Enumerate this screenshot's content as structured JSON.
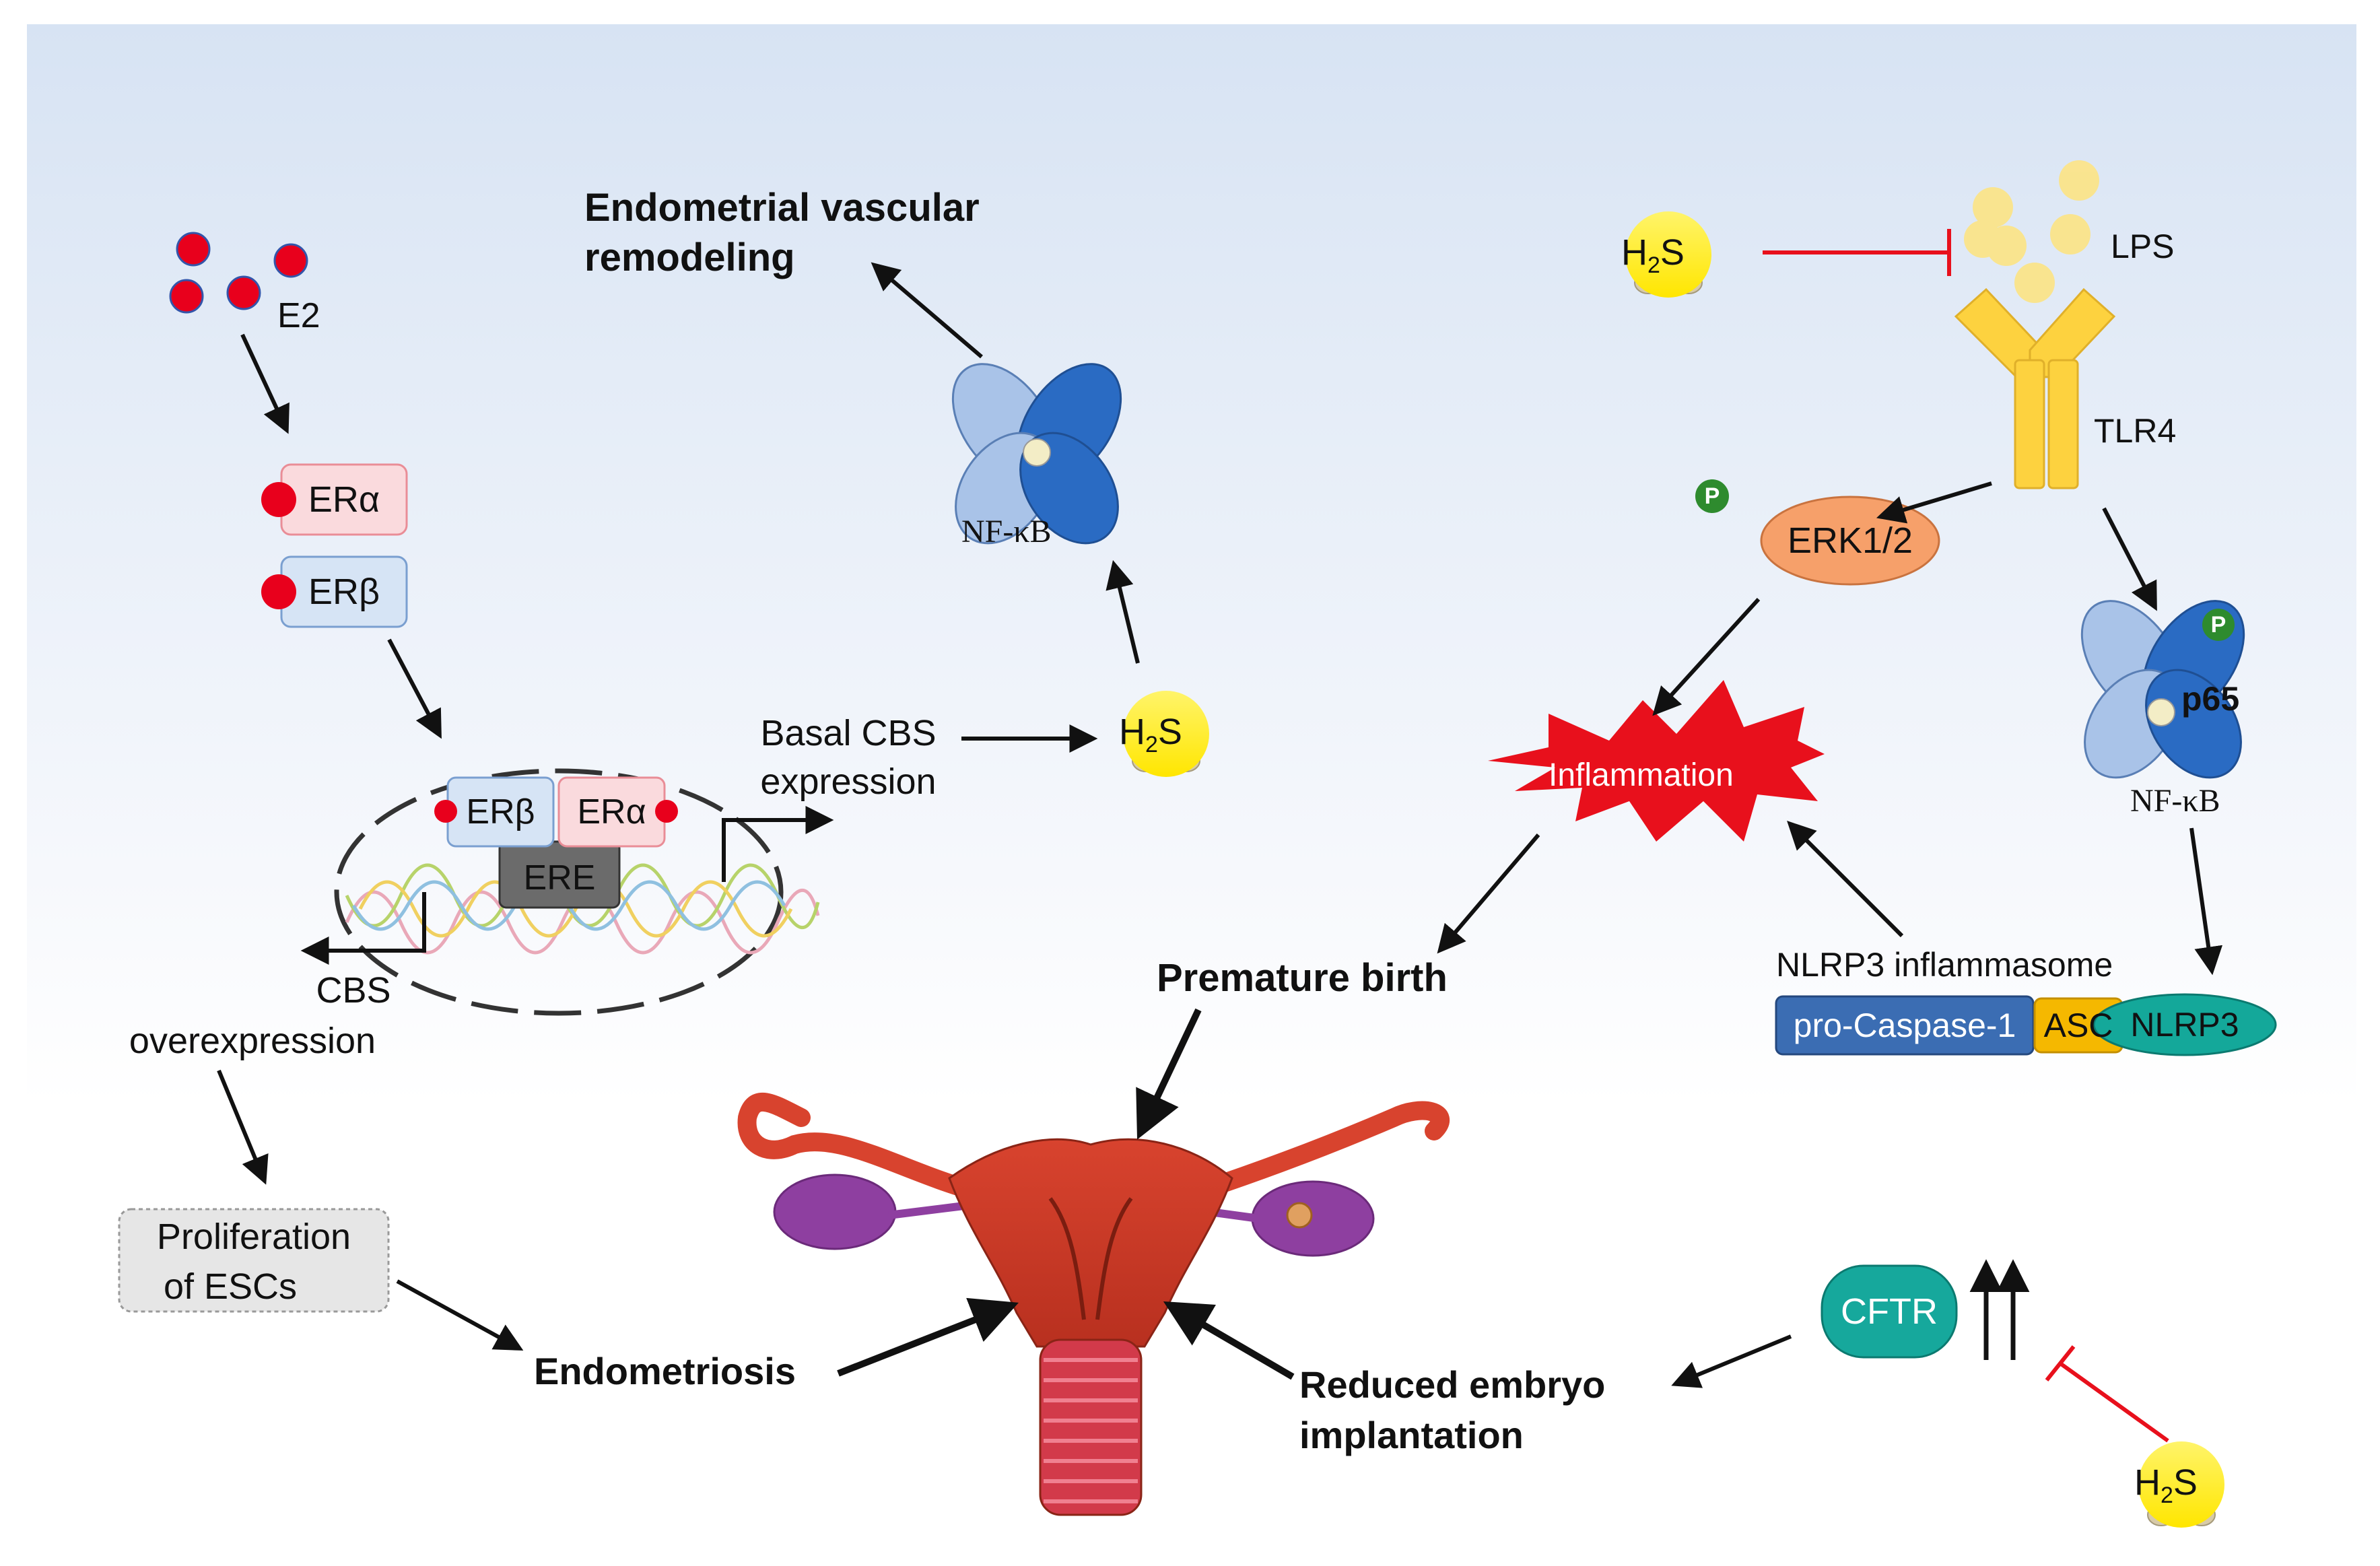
{
  "labels": {
    "e2": "E2",
    "er_alpha": "ERα",
    "er_beta": "ERβ",
    "ere": "ERE",
    "basal_cbs": [
      "Basal CBS",
      "expression"
    ],
    "cbs_over": [
      "CBS",
      "overexpression"
    ],
    "prolif": [
      "Proliferation",
      "of ESCs"
    ],
    "endometriosis": "Endometriosis",
    "vascular": [
      "Endometrial vascular",
      "remodeling"
    ],
    "nfkb": "NF-κB",
    "h2s_h": "H",
    "h2s_sub": "2",
    "h2s_s": "S",
    "lps": "LPS",
    "tlr4": "TLR4",
    "erk": "ERK1/2",
    "p": "P",
    "p65": "p65",
    "inflammation": "Inflammation",
    "premature": "Premature birth",
    "nlrp3_title": "NLRP3 inflammasome",
    "pro_caspase": "pro-Caspase-1",
    "asc": "ASC",
    "nlrp3": "NLRP3",
    "cftr": "CFTR",
    "reduced": [
      "Reduced embryo",
      "implantation"
    ]
  },
  "colors": {
    "estrogen_dot": "#e8001c",
    "er_alpha_fill": "#fadadd",
    "er_beta_fill": "#d6e4f5",
    "h2s_fill": "#ffee00",
    "inhibit_line": "#e8101c",
    "erk_fill": "#f6a06a",
    "lps_fill": "#fbe48a",
    "tlr4_fill": "#fdd23f",
    "inflammation_fill": "#e8101c",
    "pro_caspase_fill": "#3b6db3",
    "asc_fill": "#f5b800",
    "nlrp3_fill": "#14a89a",
    "cftr_fill": "#16a89c",
    "nfkb_light": "#a9c3e8",
    "nfkb_dark": "#2a6bc3",
    "phospho_fill": "#2e8b2e"
  }
}
